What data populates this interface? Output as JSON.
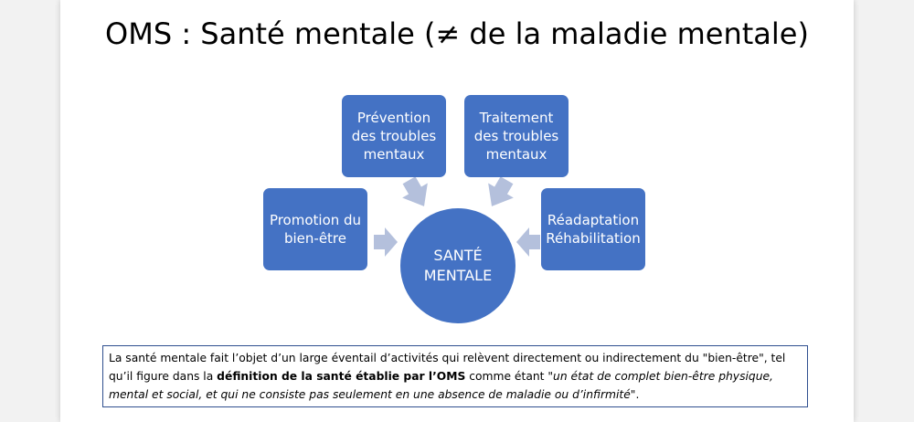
{
  "slide": {
    "title": "OMS : Santé mentale (≠ de la maladie mentale)"
  },
  "diagram": {
    "center": "SANTÉ\nMENTALE",
    "boxes": {
      "prevention": "Prévention\ndes troubles\nmentaux",
      "traitement": "Traitement\ndes troubles\nmentaux",
      "promotion": "Promotion du\nbien-être",
      "readaptation": "Réadaptation\nRéhabilitation"
    },
    "colors": {
      "box_fill": "#4472c4",
      "arrow_fill": "#b4c0dc"
    }
  },
  "definition": {
    "part1": "La santé mentale fait l’objet d’un large éventail d’activités qui relèvent directement ou indirectement du \"bien-être\", tel qu’il figure dans la ",
    "bold": "définition de la santé établie par l’OMS",
    "part2": " comme étant ",
    "italic": "\"un état de complet bien-être physique, mental et social, et qui ne consiste pas seulement en une absence de maladie ou d’infirmité\"",
    "end": "."
  }
}
